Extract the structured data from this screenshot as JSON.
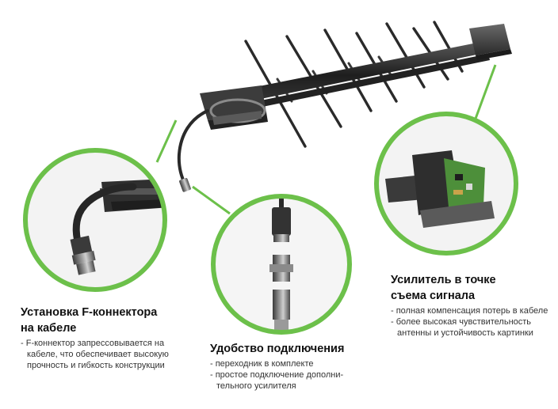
{
  "colors": {
    "accent_green": "#6cc04a",
    "antenna_dark": "#2c2c2c"
  },
  "callouts": {
    "f_connector": {
      "title_line1": "Установка  F-коннектора",
      "title_line2": "на кабеле",
      "bullets": [
        "- F-коннектор запрессовывается  на кабеле, что обеспечивает высокую прочность и гибкость конструкции"
      ]
    },
    "connection": {
      "title": "Удобство подключения",
      "bullets": [
        "- переходник в комплекте",
        "- простое подключение дополни-тельного усилителя"
      ]
    },
    "amplifier": {
      "title_line1": "Усилитель в точке",
      "title_line2": "съема сигнала",
      "bullets": [
        "- полная компенсация потерь в кабеле",
        "- более высокая чувствительность антенны и  устойчивость картинки"
      ]
    }
  }
}
